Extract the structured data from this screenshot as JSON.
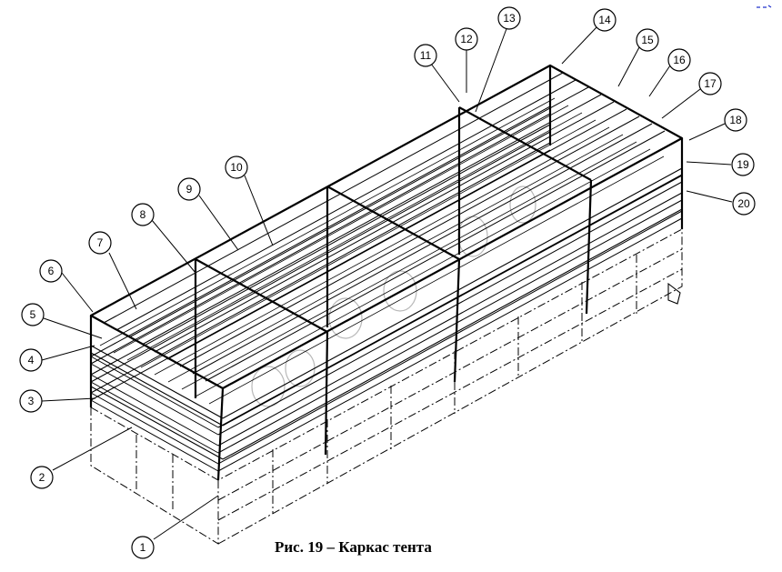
{
  "figure": {
    "caption": "Рис. 19 – Каркас тента"
  },
  "callouts": [
    {
      "num": "1"
    },
    {
      "num": "2"
    },
    {
      "num": "3"
    },
    {
      "num": "4"
    },
    {
      "num": "5"
    },
    {
      "num": "6"
    },
    {
      "num": "7"
    },
    {
      "num": "8"
    },
    {
      "num": "9"
    },
    {
      "num": "10"
    },
    {
      "num": "11"
    },
    {
      "num": "12"
    },
    {
      "num": "13"
    },
    {
      "num": "14"
    },
    {
      "num": "15"
    },
    {
      "num": "16"
    },
    {
      "num": "17"
    },
    {
      "num": "18"
    },
    {
      "num": "19"
    },
    {
      "num": "20"
    }
  ],
  "colors": {
    "line": "#000000",
    "background": "#ffffff",
    "watermark": "#b8b8b8",
    "corner_mark": "#2233cc"
  }
}
